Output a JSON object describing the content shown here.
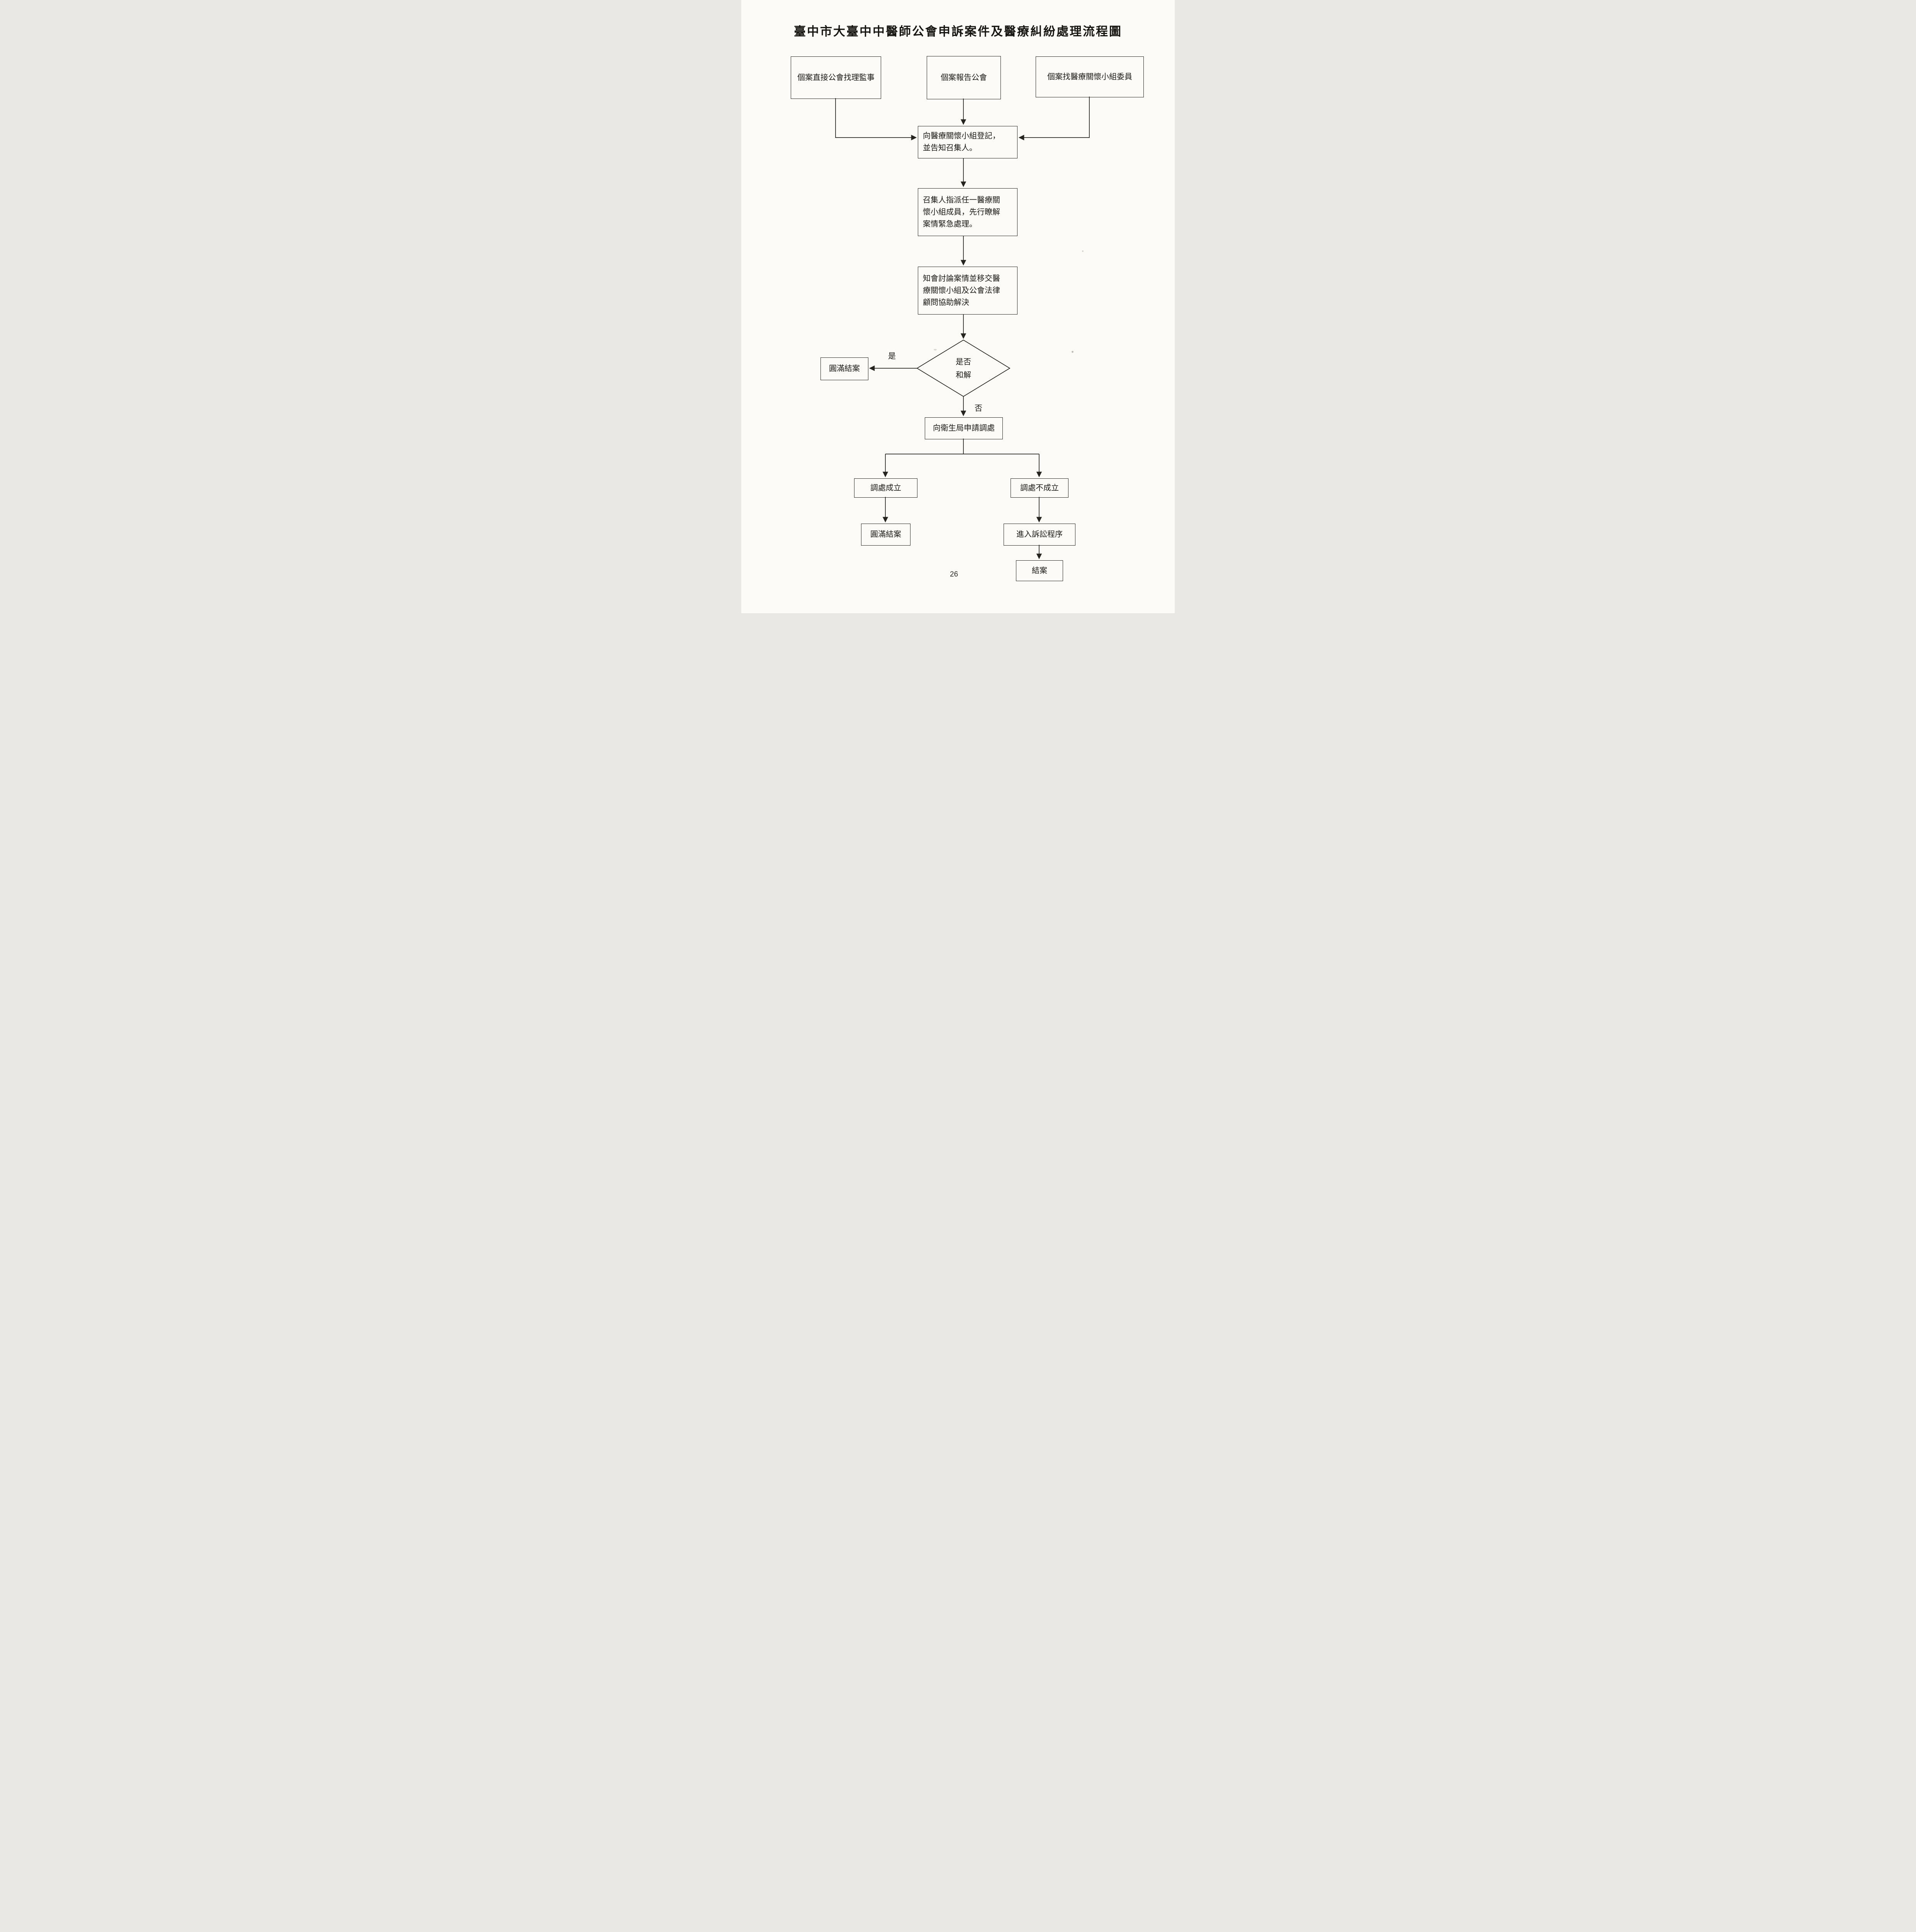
{
  "page": {
    "title": "臺中市大臺中中醫師公會申訴案件及醫療糾紛處理流程圖",
    "page_number": "26"
  },
  "nodes": {
    "source_left": "個案直接公會找理監事",
    "source_middle": "個案報告公會",
    "source_right": "個案找醫療關懷小組委員",
    "register": "向醫療關懷小組登記，\n並告知召集人。",
    "assign": "召集人指派任一醫療關\n懷小組成員，先行瞭解\n案情緊急處理。",
    "notify": "知會討論案情並移交醫\n療關懷小組及公會法律\n顧問協助解決",
    "decision": "是否\n和解",
    "closed_left": "圓滿結案",
    "apply_mediation": "向衛生局申請調處",
    "mediation_success": "調處成立",
    "closed_bottom": "圓滿結案",
    "mediation_fail": "調處不成立",
    "lawsuit": "進入訴訟程序",
    "case_end": "結案"
  },
  "edge_labels": {
    "yes": "是",
    "no": "否"
  }
}
